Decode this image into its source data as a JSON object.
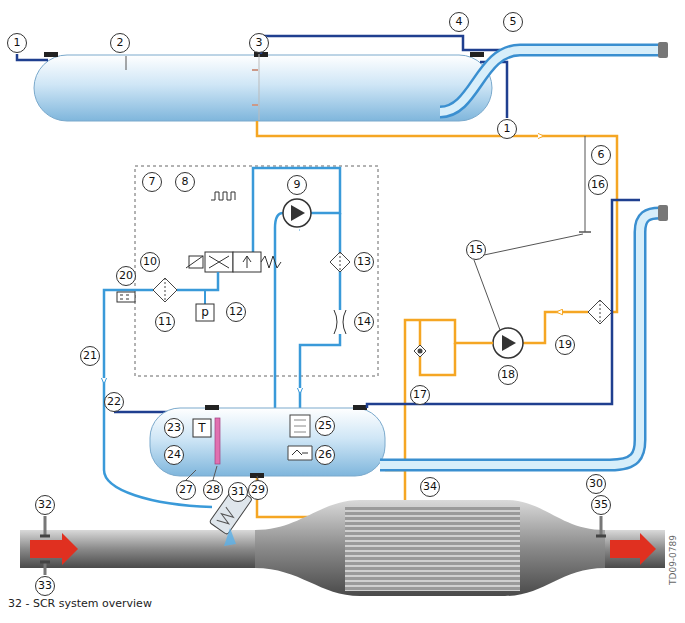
{
  "diagram": {
    "caption": "32 - SCR system overview",
    "labels": [
      "1",
      "2",
      "3",
      "4",
      "5",
      "1",
      "6",
      "7",
      "8",
      "9",
      "10",
      "11",
      "12",
      "13",
      "14",
      "15",
      "16",
      "17",
      "18",
      "19",
      "20",
      "21",
      "22",
      "23",
      "T",
      "24",
      "25",
      "26",
      "27",
      "28",
      "29",
      "30",
      "31",
      "32",
      "33",
      "34",
      "35",
      "p",
      "TD09-0789"
    ]
  }
}
